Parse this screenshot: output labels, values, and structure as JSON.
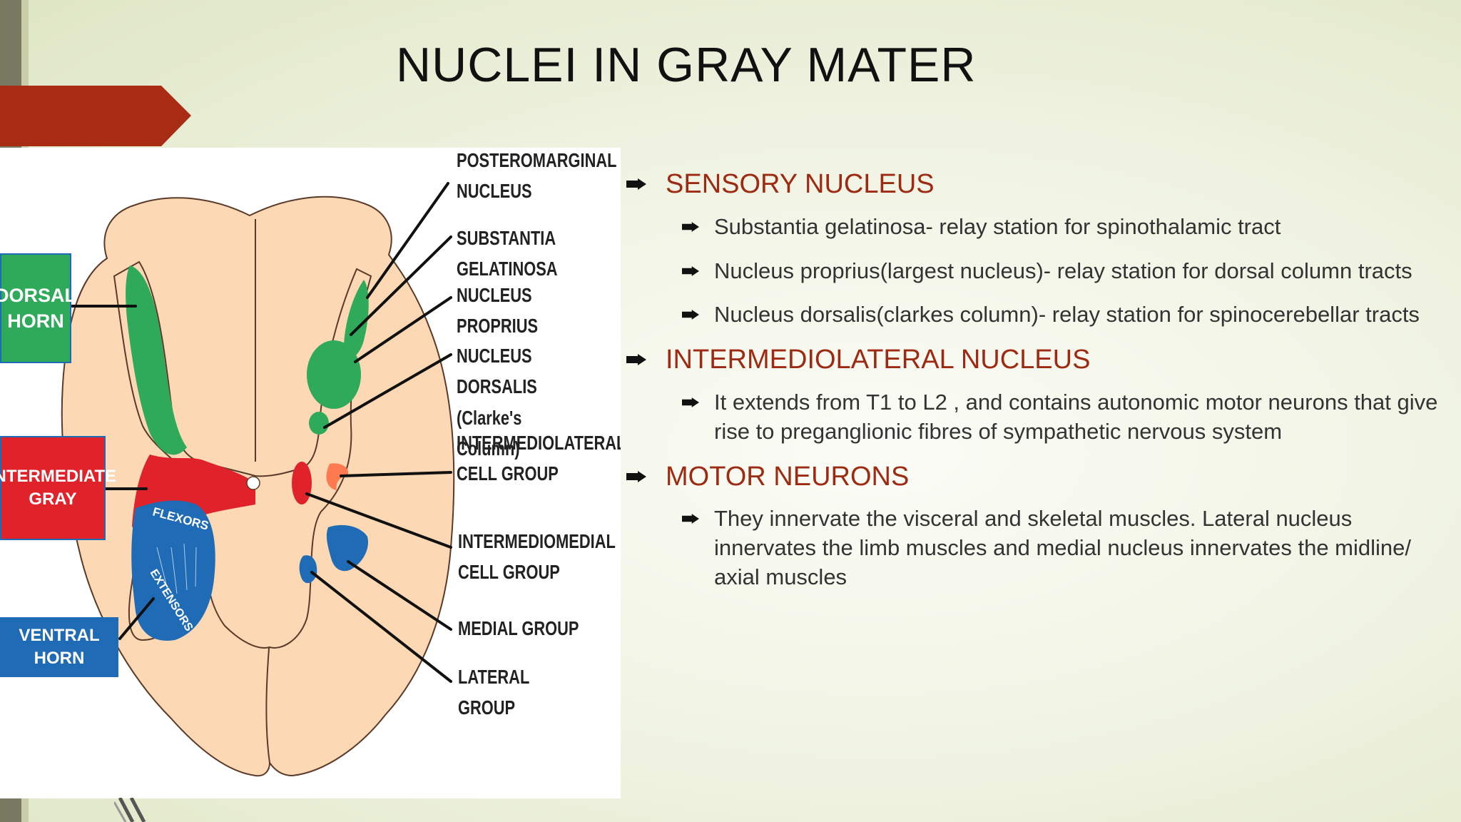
{
  "title": "NUCLEI IN GRAY MATER",
  "colors": {
    "accent_red": "#a82c14",
    "heading_red": "#9d2a12",
    "green": "#2eaa5a",
    "red": "#e0222a",
    "blue": "#1f6bb6",
    "tissue": "#fcd9b4"
  },
  "diagram": {
    "left_labels": {
      "dorsal_horn": "DORSAL\nHORN",
      "intermediate_gray": "INTERMEDIATE\nGRAY",
      "ventral_horn": "VENTRAL HORN"
    },
    "inner_labels": {
      "flexors": "FLEXORS",
      "extensors": "EXTENSORS"
    },
    "callouts": {
      "posteromarginal": "POSTEROMARGINAL\nNUCLEUS",
      "substantia": "SUBSTANTIA GELATINOSA",
      "proprius": "NUCLEUS PROPRIUS",
      "dorsalis": "NUCLEUS DORSALIS\n(Clarke's Column)",
      "intermediolateral": "INTERMEDIOLATERAL\nCELL GROUP",
      "intermediomedial": "INTERMEDIOMEDIAL\nCELL GROUP",
      "medial": "MEDIAL GROUP",
      "lateral": "LATERAL GROUP"
    }
  },
  "content": {
    "sensory": {
      "heading": "SENSORY NUCLEUS",
      "items": [
        "Substantia gelatinosa- relay station for spinothalamic tract",
        "Nucleus proprius(largest nucleus)- relay station for dorsal column tracts",
        "Nucleus dorsalis(clarkes column)- relay station for spinocerebellar tracts"
      ]
    },
    "intermediolateral": {
      "heading": "INTERMEDIOLATERAL NUCLEUS",
      "items": [
        "It extends from T1 to L2 ,  and contains autonomic motor neurons that give rise to preganglionic fibres of sympathetic nervous system"
      ]
    },
    "motor": {
      "heading": "MOTOR NEURONS",
      "items": [
        "They innervate the visceral and skeletal muscles. Lateral nucleus innervates the limb muscles and medial nucleus innervates the midline/ axial muscles"
      ]
    }
  }
}
